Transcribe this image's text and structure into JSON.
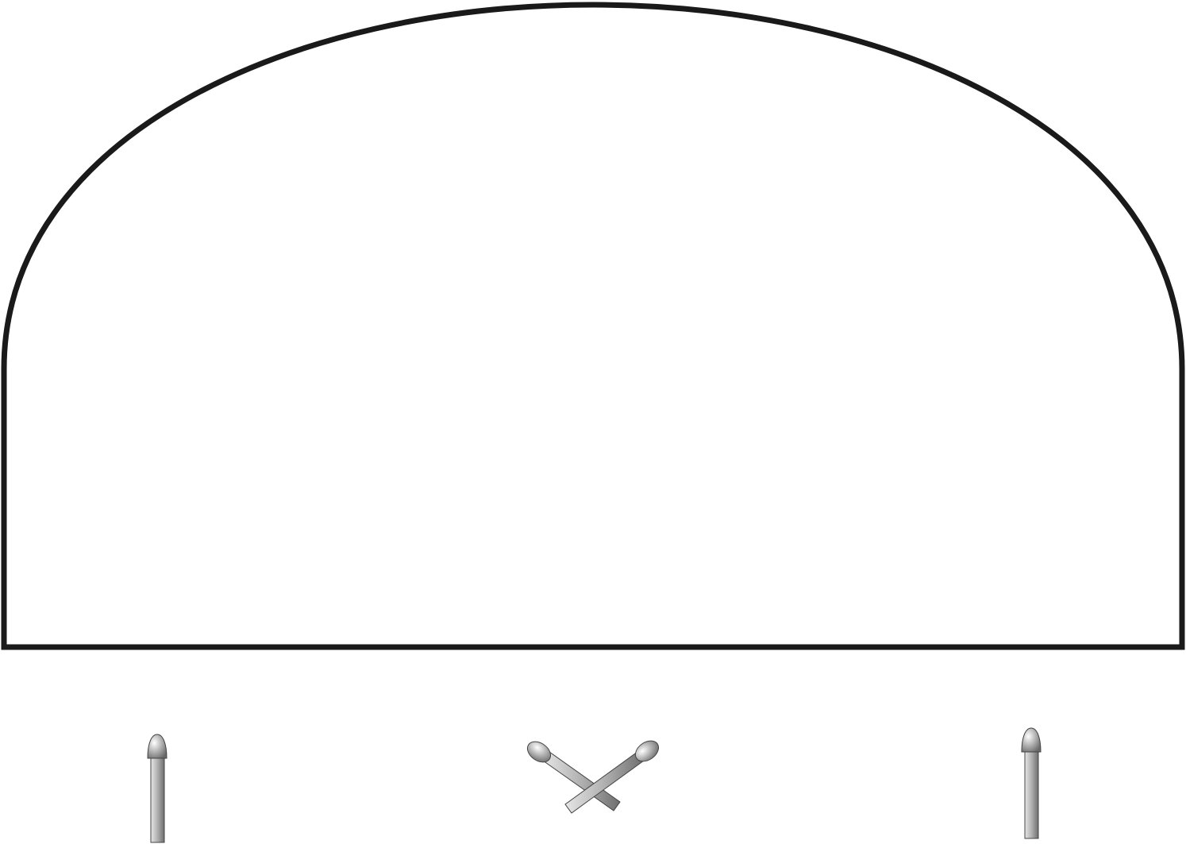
{
  "diagram": {
    "outline_color": "#1a1a1a",
    "match_shaft_color": "#b3b3b3",
    "match_head_color": "#c4c4c4",
    "components": [
      {
        "name": "arch-panel",
        "shape": "arched-rectangle"
      },
      {
        "name": "single-match-left",
        "orientation": "vertical"
      },
      {
        "name": "crossed-matches",
        "orientation": "crossed"
      },
      {
        "name": "single-match-right",
        "orientation": "vertical"
      }
    ]
  }
}
